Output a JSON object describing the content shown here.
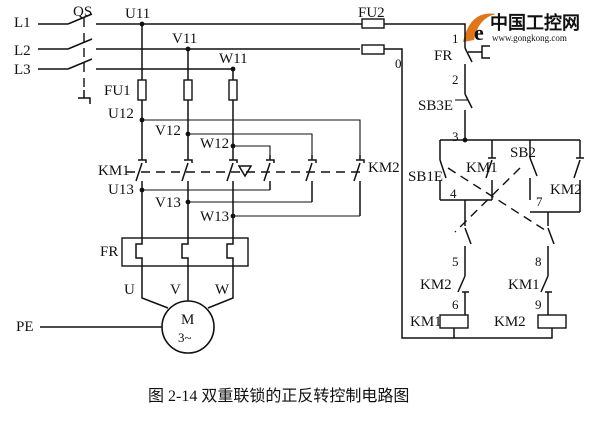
{
  "diagram": {
    "caption": "图 2-14  双重联锁的正反转控制电路图",
    "watermark": {
      "brand": "中国工控网",
      "url": "www.gongkong.com"
    },
    "labels": {
      "l1": "L1",
      "l2": "L2",
      "l3": "L3",
      "qs": "QS",
      "u11": "U11",
      "v11": "V11",
      "w11": "W11",
      "fu1": "FU1",
      "u12": "U12",
      "v12": "V12",
      "w12": "W12",
      "km1_main": "KM1",
      "km2_main": "KM2",
      "u13": "U13",
      "v13": "V13",
      "w13": "W13",
      "fr_main": "FR",
      "u": "U",
      "v": "V",
      "w": "W",
      "motor_m": "M",
      "motor_phase": "3~",
      "pe": "PE",
      "fu2": "FU2",
      "fr_ctrl": "FR",
      "sb3": "SB3E",
      "sb1": "SB1E",
      "km1_ctrl_a": "KM1",
      "sb2": "SB2",
      "km2_ctrl_a": "KM2",
      "km2_ctrl_b": "KM2",
      "km1_ctrl_b": "KM1",
      "km1_coil": "KM1",
      "km2_coil": "KM2",
      "n0": "0",
      "n1": "1",
      "n2": "2",
      "n3": "3",
      "n4": "4",
      "n5": "5",
      "n6": "6",
      "n7": "7",
      "n8": "8",
      "n9": "9"
    },
    "colors": {
      "ink": "#111111",
      "watermark_blue": "#2b4aa8",
      "watermark_orange": "#e0761a"
    }
  }
}
